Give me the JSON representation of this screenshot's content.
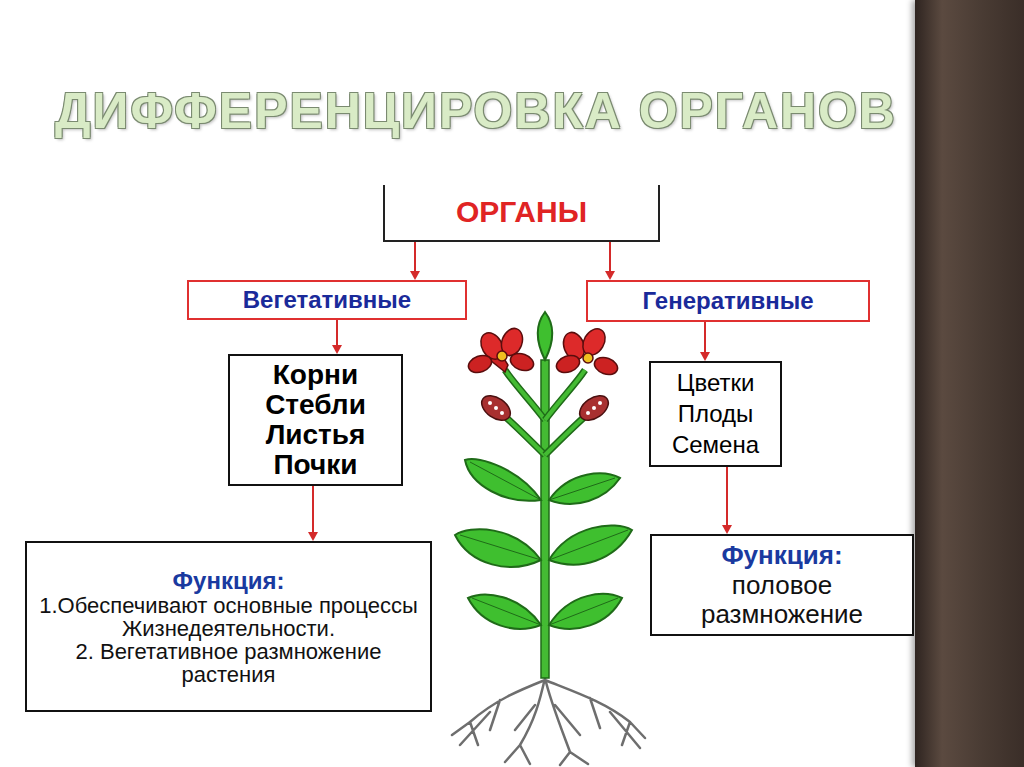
{
  "diagram": {
    "title": "ДИФФЕРЕНЦИРОВКА ОРГАНОВ",
    "nodes": [
      {
        "text": [
          "ОРГАНЫ"
        ]
      },
      {
        "text": [
          "Вегетативные"
        ]
      },
      {
        "text": [
          "Генеративные"
        ]
      },
      {
        "text": [
          "Корни Стебли Листья Почки"
        ]
      },
      {
        "text": [
          "Цветки Плоды Семена"
        ]
      },
      {
        "text": [
          "Функция:",
          "1.Обеспечивают основные процессы Жизнедеятельности.",
          "2. Вегетативное размножение растения"
        ]
      },
      {
        "text": [
          "Функция:",
          "половое размножение"
        ]
      }
    ],
    "edges": [
      {
        "from": 0,
        "to": 1,
        "arrow": "to"
      },
      {
        "from": 0,
        "to": 2,
        "arrow": "to"
      },
      {
        "from": 1,
        "to": 3,
        "arrow": "to"
      },
      {
        "from": 2,
        "to": 4,
        "arrow": "to"
      },
      {
        "from": 3,
        "to": 5,
        "arrow": "to"
      },
      {
        "from": 4,
        "to": 6,
        "arrow": "to"
      }
    ]
  }
}
